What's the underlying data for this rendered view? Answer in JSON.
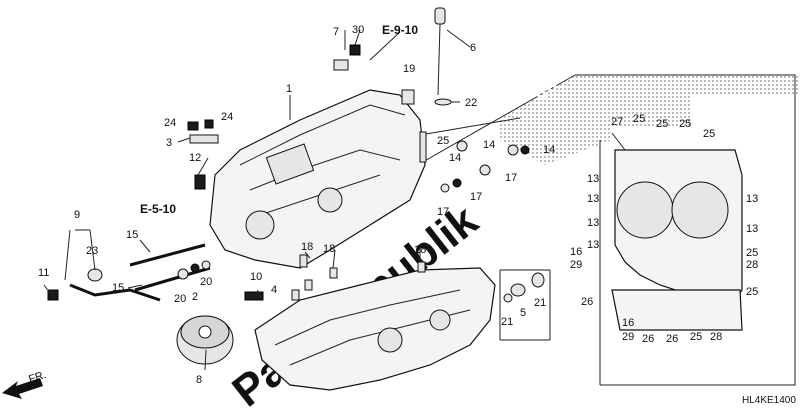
{
  "watermark": "PartsRepublik",
  "diagram_code": "HL4KE1400",
  "direction_label": "FR.",
  "references": {
    "upper": "E-9-10",
    "left": "E-5-10"
  },
  "callouts": {
    "n7": "7",
    "n30": "30",
    "n6": "6",
    "n1": "1",
    "n19": "19",
    "n22": "22",
    "n24a": "24",
    "n24b": "24",
    "n3": "3",
    "n12": "12",
    "n25a": "25",
    "n14a": "14",
    "n14b": "14",
    "n17a": "17",
    "n17b": "17",
    "n17c": "17",
    "n9": "9",
    "n23": "23",
    "n15a": "15",
    "n15b": "15",
    "n11": "11",
    "n18a": "18",
    "n18b": "18",
    "n18c": "18",
    "n10": "10",
    "n4": "4",
    "n20a": "20",
    "n2": "2",
    "n20b": "20",
    "n8": "8",
    "n5": "5",
    "n21a": "21",
    "n21b": "21",
    "n27": "27",
    "n25b": "25",
    "n25c": "25",
    "n25d": "25",
    "n25e": "25",
    "n13a": "13",
    "n13b": "13",
    "n13c": "13",
    "n13d": "13",
    "n13e": "13",
    "n13f": "13",
    "n16a": "16",
    "n29a": "29",
    "n25f": "25",
    "n28a": "28",
    "n26a": "26",
    "n25g": "25",
    "n16b": "16",
    "n29b": "29",
    "n26b": "26",
    "n26c": "26",
    "n25h": "25",
    "n28b": "28"
  }
}
